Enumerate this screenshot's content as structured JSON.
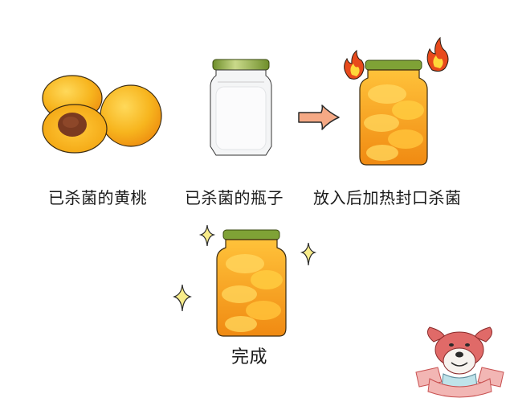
{
  "steps": [
    {
      "label": "已杀菌的黄桃",
      "image": "peaches"
    },
    {
      "label": "已杀菌的瓶子",
      "image": "empty-jar"
    },
    {
      "label": "放入后加热封口杀菌",
      "image": "heated-jar"
    }
  ],
  "final": {
    "label": "完成",
    "image": "sparkling-jar"
  },
  "icons": [
    "peach-icon",
    "glass-jar-icon",
    "arrow-right-icon",
    "flame-icon",
    "sparkle-icon",
    "dog-mascot-icon"
  ],
  "colors": {
    "peach_yellow": "#F7B51E",
    "peach_orange": "#F08A12",
    "pit_brown": "#7A3A20",
    "lid_green": "#7FA236",
    "arrow_fill": "#F5A985",
    "flame_red": "#E84A1C",
    "flame_yellow": "#FFD93A",
    "sparkle_yellow": "#F8EC8A",
    "mascot_red": "#E06A68",
    "text": "#1A1A1A"
  }
}
